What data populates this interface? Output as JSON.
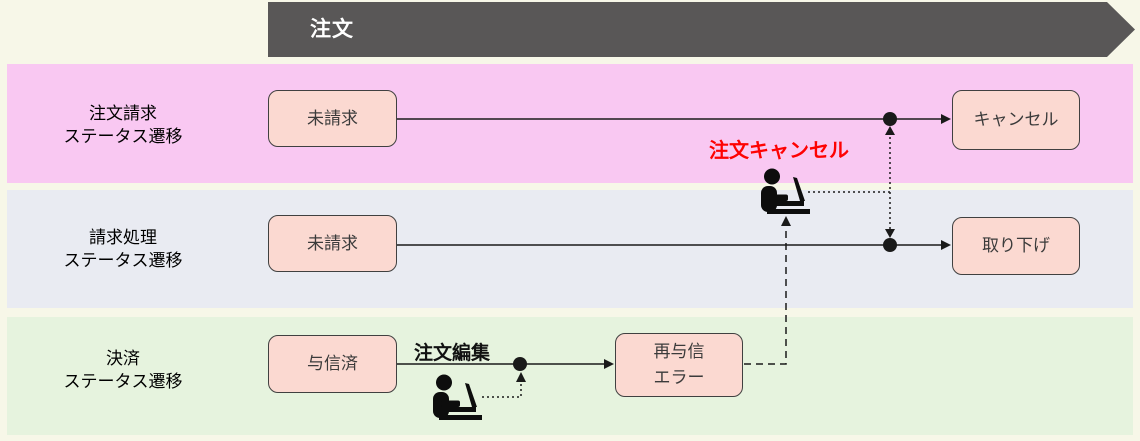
{
  "banner": {
    "title": "注文"
  },
  "lanes": [
    {
      "label_line1": "注文請求",
      "label_line2": "ステータス遷移",
      "band_color": "#f9c8f2",
      "start_box": "未請求",
      "end_box": "キャンセル"
    },
    {
      "label_line1": "請求処理",
      "label_line2": "ステータス遷移",
      "band_color": "#e9ebf2",
      "start_box": "未請求",
      "end_box": "取り下げ"
    },
    {
      "label_line1": "決済",
      "label_line2": "ステータス遷移",
      "band_color": "#e6f3de",
      "start_box": "与信済",
      "mid_box_line1": "再与信",
      "mid_box_line2": "エラー"
    }
  ],
  "annotations": {
    "order_cancel": "注文キャンセル",
    "order_edit": "注文編集"
  },
  "icons": {
    "actor1": "person-at-laptop-icon",
    "actor2": "person-at-laptop-icon"
  },
  "colors": {
    "background": "#f7f7e8",
    "banner": "#595757",
    "banner_text": "#ffffff",
    "lane1_band": "#f9c8f2",
    "lane2_band": "#e9ebf2",
    "lane3_band": "#e6f3de",
    "box_fill": "#fbd9d1",
    "box_border": "#404040",
    "box_text": "#3b3b3b",
    "line": "#1a1a1a",
    "cancel_text": "#fe0202"
  }
}
